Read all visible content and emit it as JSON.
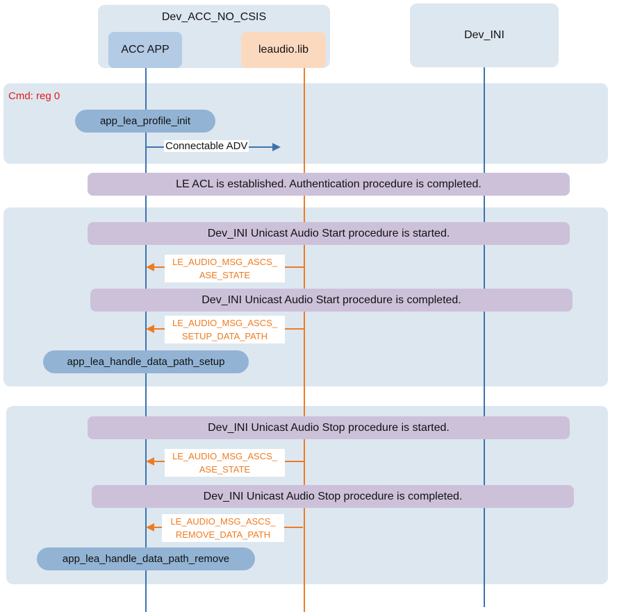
{
  "participants": {
    "group_title": "Dev_ACC_NO_CSIS",
    "acc_app": "ACC APP",
    "leaudio_lib": "leaudio.lib",
    "dev_ini": "Dev_INI"
  },
  "section1": {
    "cmd": "Cmd: reg 0",
    "init_call": "app_lea_profile_init",
    "adv_label": "Connectable ADV"
  },
  "acl_banner": "LE ACL is established. Authentication procedure is completed.",
  "section2": {
    "start_started": "Dev_INI Unicast Audio Start procedure is started.",
    "msg1": {
      "line1": "LE_AUDIO_MSG_ASCS_",
      "line2": "ASE_STATE"
    },
    "start_completed": "Dev_INI Unicast Audio Start procedure is completed.",
    "msg2": {
      "line1": "LE_AUDIO_MSG_ASCS_",
      "line2": "SETUP_DATA_PATH"
    },
    "handler": "app_lea_handle_data_path_setup"
  },
  "section3": {
    "stop_started": "Dev_INI Unicast Audio Stop procedure is started.",
    "msg1": {
      "line1": "LE_AUDIO_MSG_ASCS_",
      "line2": "ASE_STATE"
    },
    "stop_completed": "Dev_INI Unicast Audio Stop procedure is completed.",
    "msg2": {
      "line1": "LE_AUDIO_MSG_ASCS_",
      "line2": "REMOVE_DATA_PATH"
    },
    "handler": "app_lea_handle_data_path_remove"
  },
  "colors": {
    "panel": "#dde7f0",
    "acc_app_lifeline": "#3d73ad",
    "leaudio_lifeline": "#ee7b21",
    "banner": "#cdc1da",
    "pill": "#92b3d4",
    "cmd_text": "#e4161b"
  }
}
